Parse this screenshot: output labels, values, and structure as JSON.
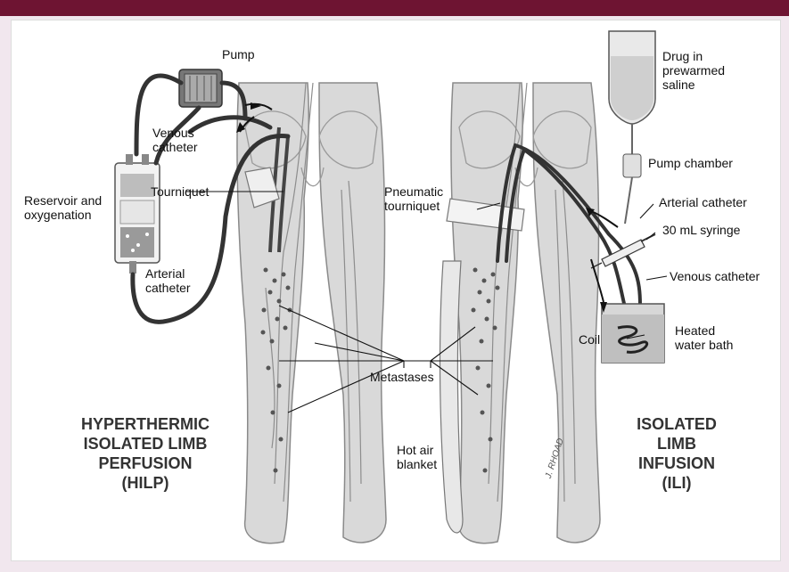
{
  "colors": {
    "banner": "#6e1432",
    "background": "#f1e7ee"
  },
  "labels": {
    "pump": "Pump",
    "venous_catheter_left": "Venous\ncatheter",
    "reservoir": "Reservoir and\noxygenation",
    "tourniquet": "Tourniquet",
    "arterial_catheter_left": "Arterial\ncatheter",
    "drug": "Drug in\nprewarmed\nsaline",
    "pump_chamber": "Pump chamber",
    "pneumatic_tourniquet": "Pneumatic\ntourniquet",
    "arterial_catheter_right": "Arterial catheter",
    "syringe": "30 mL syringe",
    "venous_catheter_right": "Venous catheter",
    "coil": "Coil",
    "heated_water_bath": "Heated\nwater bath",
    "metastases": "Metastases",
    "hot_air_blanket": "Hot air\nblanket",
    "hilp_title": "HYPERTHERMIC\nISOLATED LIMB\nPERFUSION\n(HILP)",
    "ili_title": "ISOLATED\nLIMB\nINFUSION\n(ILI)",
    "signature": "J. RHOAD"
  }
}
